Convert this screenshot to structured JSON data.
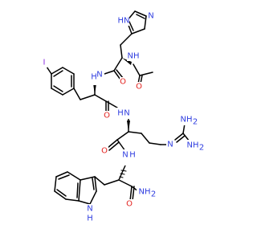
{
  "molecule": {
    "colors": {
      "bond": "#000000",
      "nitrogen": "#2F3DE0",
      "oxygen": "#E3231F",
      "iodine": "#8A2BE2",
      "background": "#FFFFFF"
    },
    "labels": {
      "imidazole_nh": "HN",
      "imidazole_n": "N",
      "acetyl_nh": "NH",
      "acetyl_o": "O",
      "his_amide_o": "O",
      "iodo": "I",
      "his_phe_nh": "N",
      "his_phe_h": "H",
      "phe_amide_o": "O",
      "phe_arg_nh": "N",
      "phe_arg_h": "H",
      "guanidine_n": "N",
      "guanidine_nh_top": "NH",
      "guanidine_nh_top_sub": "2",
      "guanidine_nh_bottom": "NH",
      "guanidine_nh_bottom_sub": "2",
      "arg_amide_o": "O",
      "arg_trp_nh": "N",
      "arg_trp_h": "H",
      "terminal_nh2": "NH",
      "terminal_nh2_sub": "2",
      "terminal_o": "O",
      "indole_n": "N",
      "indole_h": "H"
    }
  }
}
